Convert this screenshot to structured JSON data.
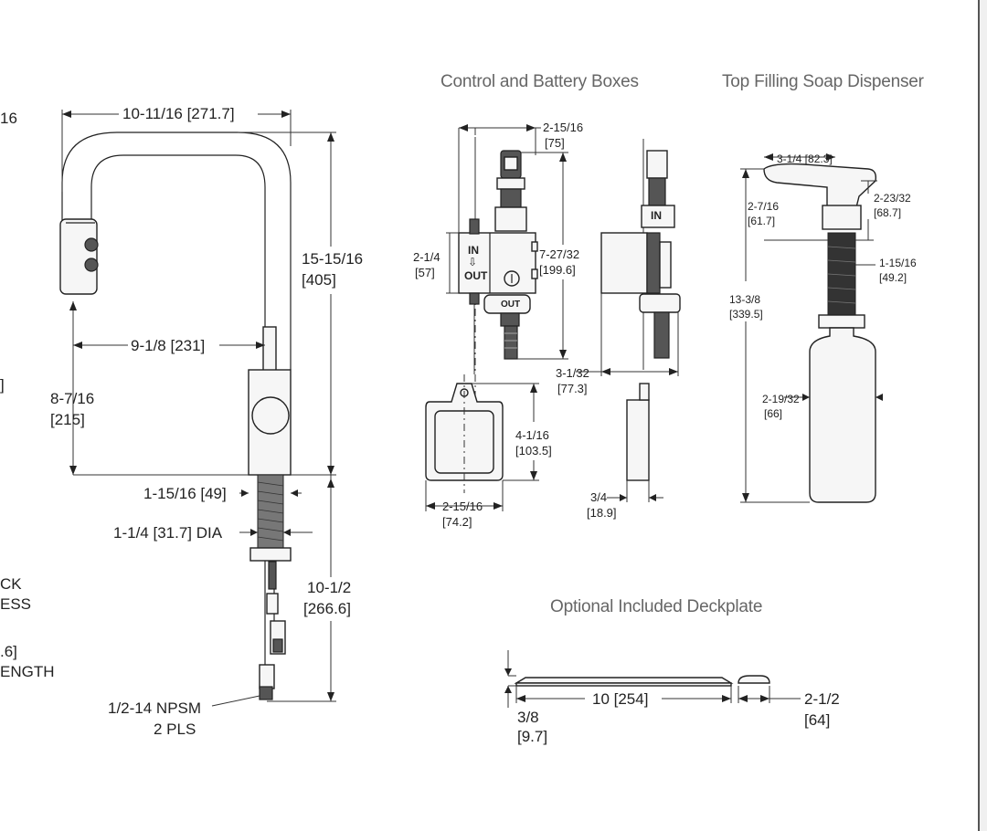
{
  "titles": {
    "control": "Control and Battery Boxes",
    "soap": "Top Filling Soap Dispenser",
    "deckplate": "Optional Included Deckplate"
  },
  "edge_text": {
    "e1": "16",
    "e2": "]",
    "e3": "CK",
    "e4": "ESS",
    "e5": ".6]",
    "e6": "ENGTH"
  },
  "faucet": {
    "reach": "10-11/16  [271.7]",
    "height_a": "15-15/16",
    "height_b": "[405]",
    "spout_a": "9-1/8  [231]",
    "spout_h_a": "8-7/16",
    "spout_h_b": "[215]",
    "base": "1-15/16 [49]",
    "shank": "1-1/4 [31.7] DIA",
    "below_a": "10-1/2",
    "below_b": "[266.6]",
    "npsm_a": "1/2-14 NPSM",
    "npsm_b": "2 PLS"
  },
  "control": {
    "width_a": "2-15/16",
    "width_b": "[75]",
    "height_a": "7-27/32",
    "height_b": "[199.6]",
    "box_a": "2-1/4",
    "box_b": "[57]",
    "in_label": "IN",
    "arrow": "⇩",
    "out_label": "OUT",
    "out_label2": "OUT",
    "in_label2": "IN",
    "side_a": "3-1/32",
    "side_b": "[77.3]",
    "batt_h_a": "4-1/16",
    "batt_h_b": "[103.5]",
    "batt_w_a": "2-15/16",
    "batt_w_b": "[74.2]",
    "depth_a": "3/4",
    "depth_b": "[18.9]"
  },
  "soap": {
    "top_w": "3-1/4 [82.3]",
    "head_a": "2-7/16",
    "head_b": "[61.7]",
    "neck_a": "2-23/32",
    "neck_b": "[68.7]",
    "shank_a": "1-15/16",
    "shank_b": "[49.2]",
    "total_a": "13-3/8",
    "total_b": "[339.5]",
    "bottle_a": "2-19/32",
    "bottle_b": "[66]"
  },
  "deckplate": {
    "length": "10  [254]",
    "width_a": "2-1/2",
    "width_b": "[64]",
    "thick_a": "3/8",
    "thick_b": "[9.7]"
  }
}
